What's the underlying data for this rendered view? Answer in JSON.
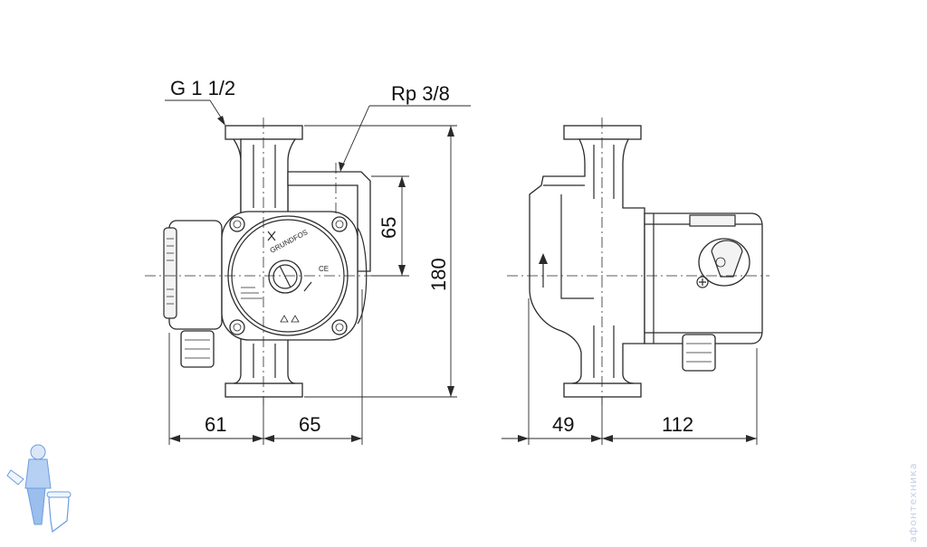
{
  "labels": {
    "thread_main": "G 1 1/2",
    "thread_small": "Rp 3/8",
    "brand": "GRUNDFOS",
    "ce_mark": "CE"
  },
  "dimensions": {
    "height_total": "180",
    "height_upper": "65",
    "width_left": "61",
    "width_right": "65",
    "side_left": "49",
    "side_right": "112"
  },
  "watermark": {
    "vertical_text": "афонтехника"
  },
  "colors": {
    "line": "#2a2a2a",
    "background": "#ffffff",
    "logo_blue": "#3a7bd5"
  }
}
